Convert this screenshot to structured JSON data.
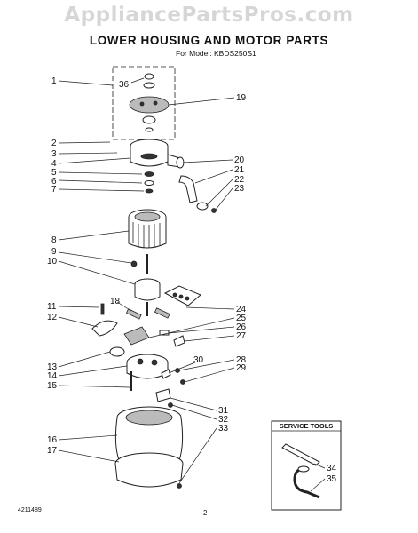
{
  "watermark": "AppliancePartsPros.com",
  "title": "LOWER HOUSING AND MOTOR PARTS",
  "subtitle": "For Model: KBDS250S1",
  "service_tools": {
    "title": "SERVICE TOOLS"
  },
  "footer": {
    "doc_number": "4211489",
    "page_number": "2"
  },
  "callouts_left": [
    "1",
    "36",
    "2",
    "3",
    "4",
    "5",
    "6",
    "7",
    "8",
    "9",
    "10",
    "11",
    "12",
    "18",
    "13",
    "14",
    "15",
    "16",
    "17"
  ],
  "callouts_right": [
    "19",
    "20",
    "21",
    "22",
    "23",
    "24",
    "25",
    "26",
    "27",
    "30",
    "28",
    "29",
    "31",
    "32",
    "33",
    "34",
    "35"
  ]
}
